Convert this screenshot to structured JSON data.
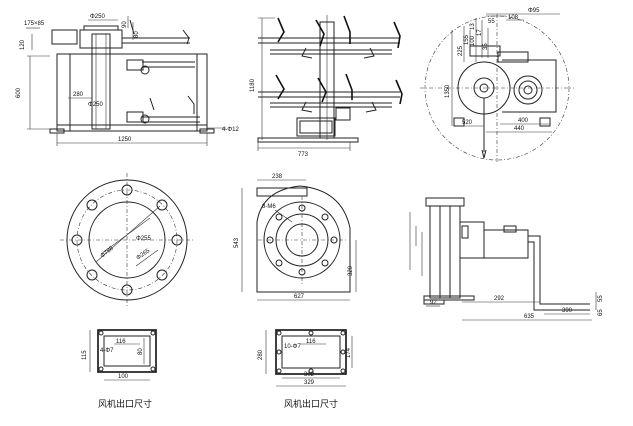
{
  "views": {
    "top_left": {
      "dims": {
        "flange": "175×85",
        "d250_top": "Φ250",
        "h120": "120",
        "v80": "80",
        "v90": "90",
        "v600": "600",
        "h280": "280",
        "d250_mid": "Φ250",
        "w1250": "1250",
        "holes": "4-Φ12"
      }
    },
    "top_middle": {
      "dims": {
        "h1180": "1180",
        "w773": "773"
      }
    },
    "top_right": {
      "dims": {
        "d95": "Φ95",
        "v13": "13",
        "v100": "100",
        "v17": "17",
        "v35": "35",
        "v225": "225",
        "v155": "155",
        "h1350": "1350",
        "w520": "520",
        "w400": "400",
        "w440": "440",
        "w55": "55",
        "w108": "108"
      }
    },
    "mid_left": {
      "dims": {
        "d255": "Φ255",
        "d265": "Φ265",
        "d788": "Φ788"
      }
    },
    "mid_middle": {
      "dims": {
        "w238": "238",
        "holes": "8-M6",
        "h543": "543",
        "h320": "320",
        "w627": "627"
      }
    },
    "mid_right": {
      "dims": {
        "w92": "92",
        "w292": "292",
        "w635": "635",
        "w390": "390",
        "v55": "55",
        "v65": "65"
      }
    },
    "bottom_left": {
      "dims": {
        "w116": "116",
        "holes": "4-Φ7",
        "h115": "115",
        "h80": "80",
        "w100": "100"
      },
      "caption": "风机出口尺寸"
    },
    "bottom_middle": {
      "dims": {
        "w116": "116",
        "holes": "10-Φ7",
        "h280": "280",
        "h174": "174",
        "w302": "302",
        "w329": "329"
      },
      "caption": "风机出口尺寸"
    }
  }
}
